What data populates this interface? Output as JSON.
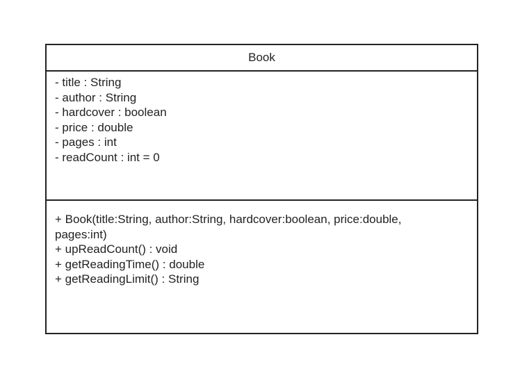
{
  "class": {
    "name": "Book",
    "attributes": [
      "- title : String",
      "- author : String",
      "- hardcover : boolean",
      "- price : double",
      "- pages : int",
      "- readCount : int = 0"
    ],
    "operations": [
      "+ Book(title:String, author:String, hardcover:boolean, price:double, pages:int)",
      "+ upReadCount() : void",
      "+ getReadingTime() : double",
      "+ getReadingLimit() : String"
    ]
  }
}
